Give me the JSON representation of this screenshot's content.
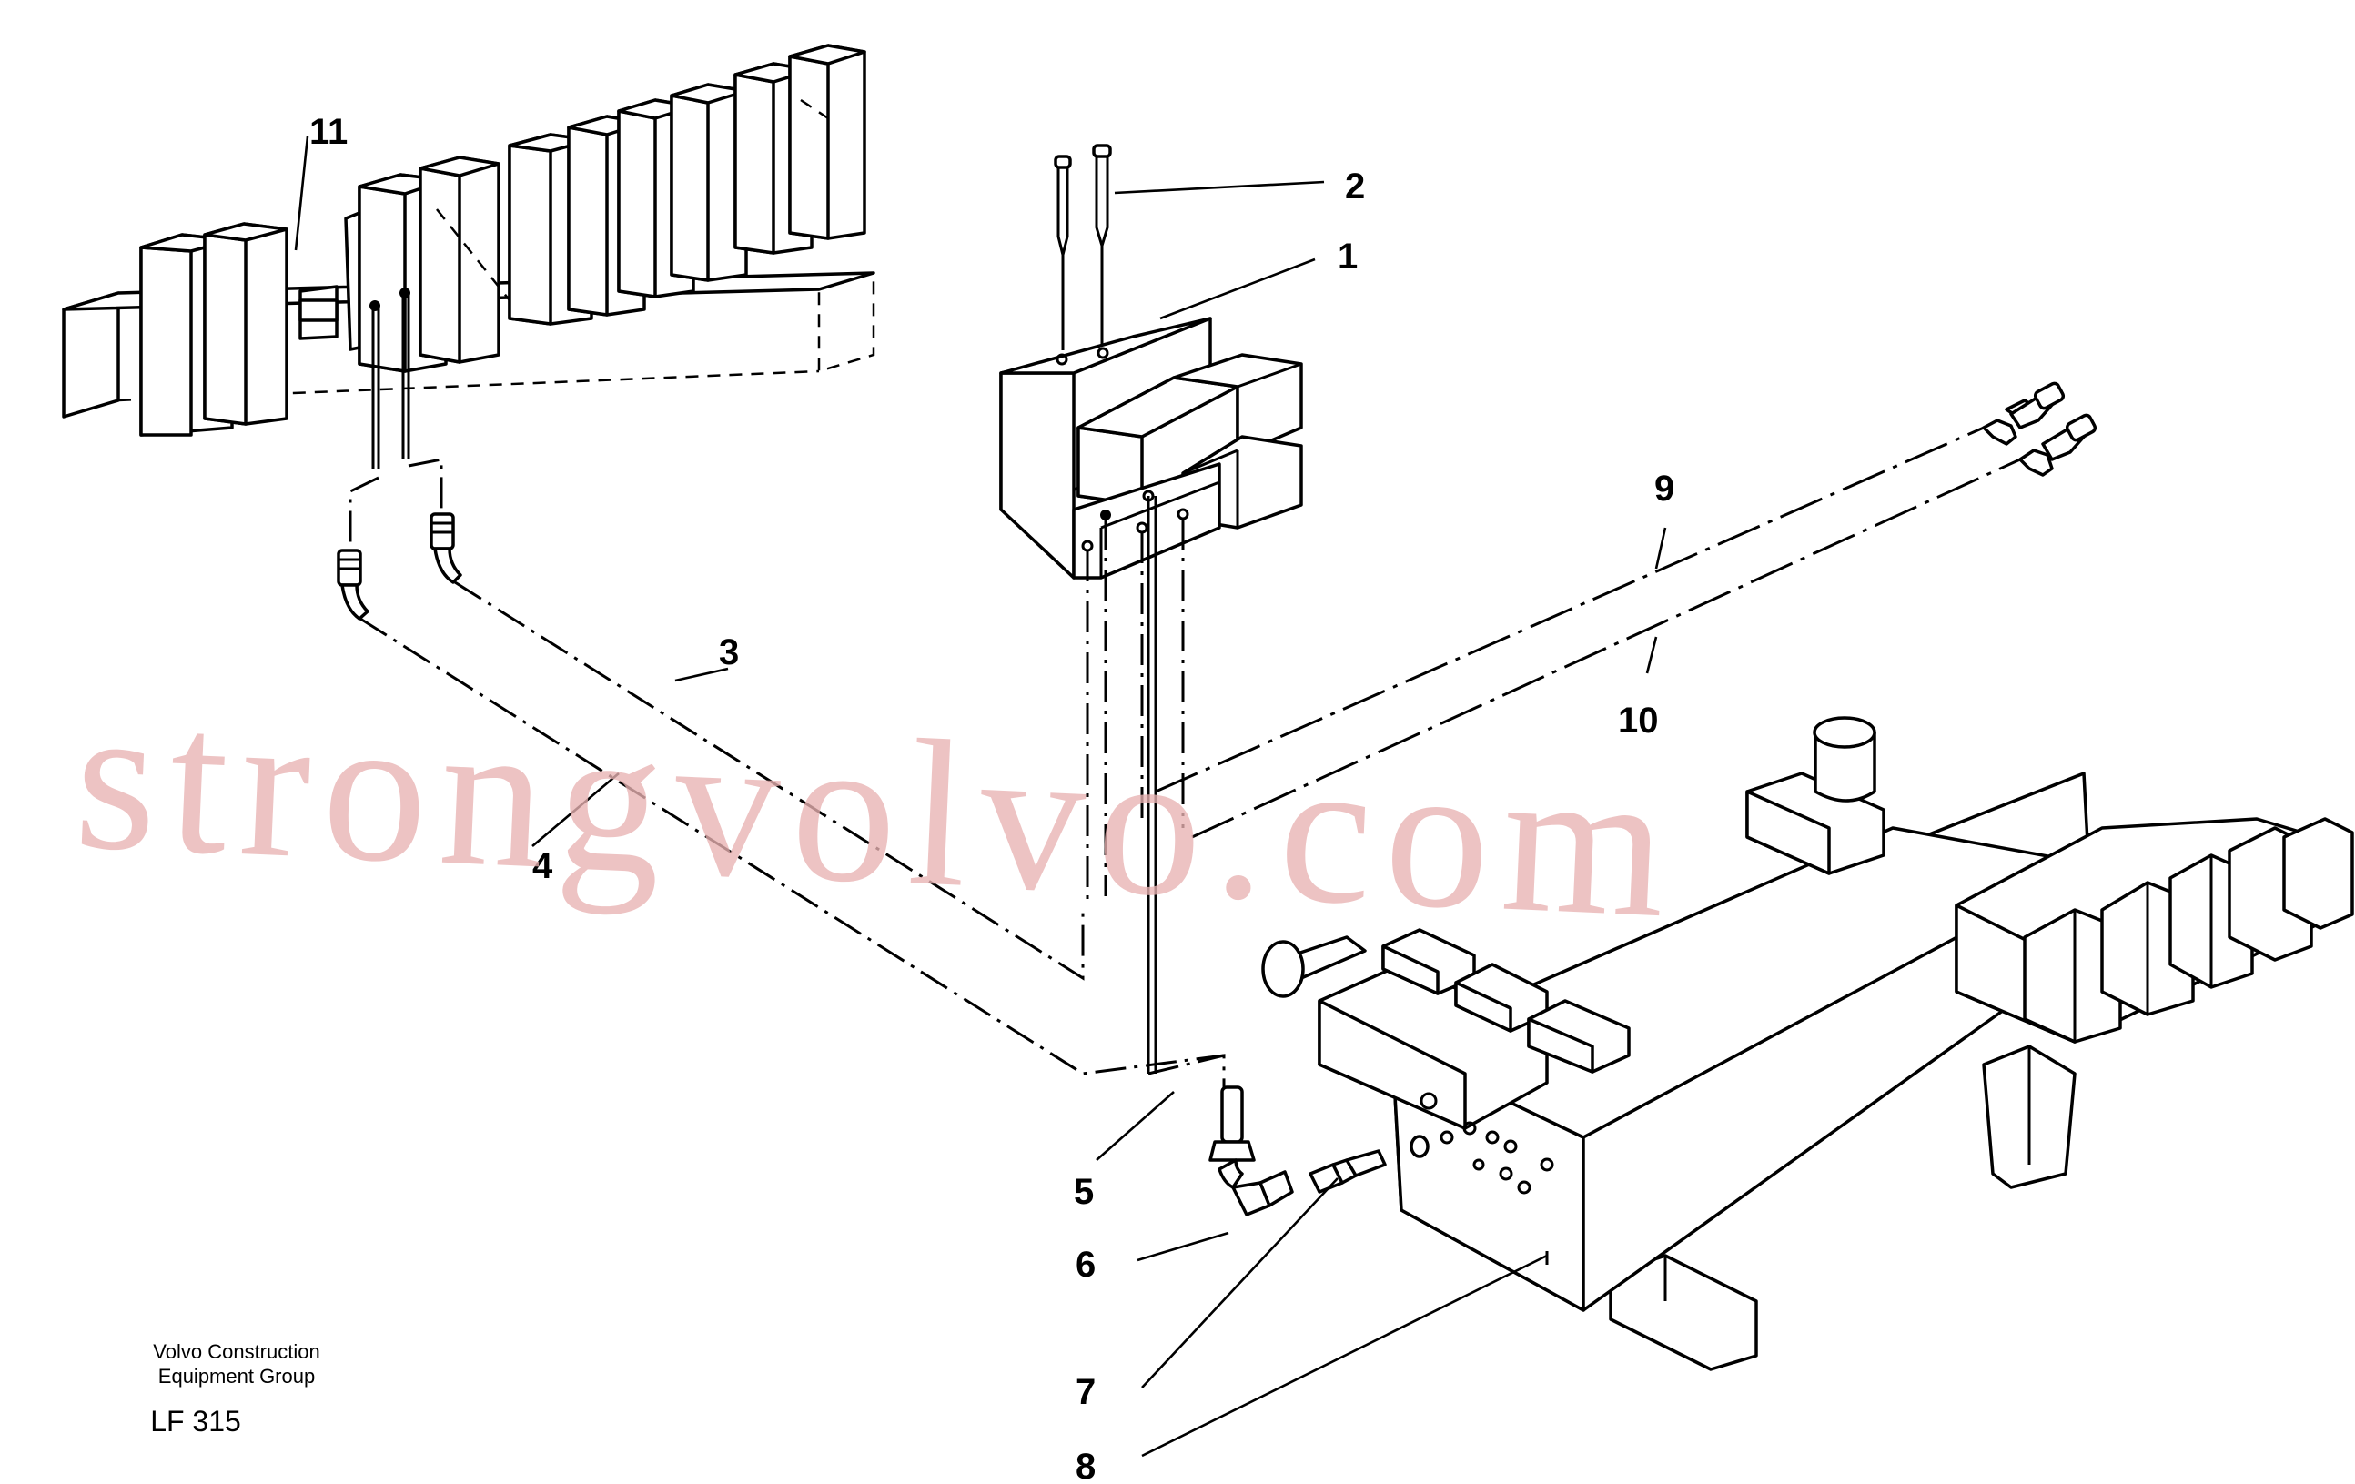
{
  "callouts": [
    "1",
    "2",
    "3",
    "4",
    "5",
    "6",
    "7",
    "8",
    "9",
    "10",
    "11"
  ],
  "footer": {
    "line1": "Volvo Construction",
    "line2": "Equipment Group",
    "code": "LF 315"
  },
  "watermark": "strongvolvo.com",
  "colors": {
    "line": "#000000",
    "watermark": "#e9b3b3",
    "background": "#ffffff"
  }
}
